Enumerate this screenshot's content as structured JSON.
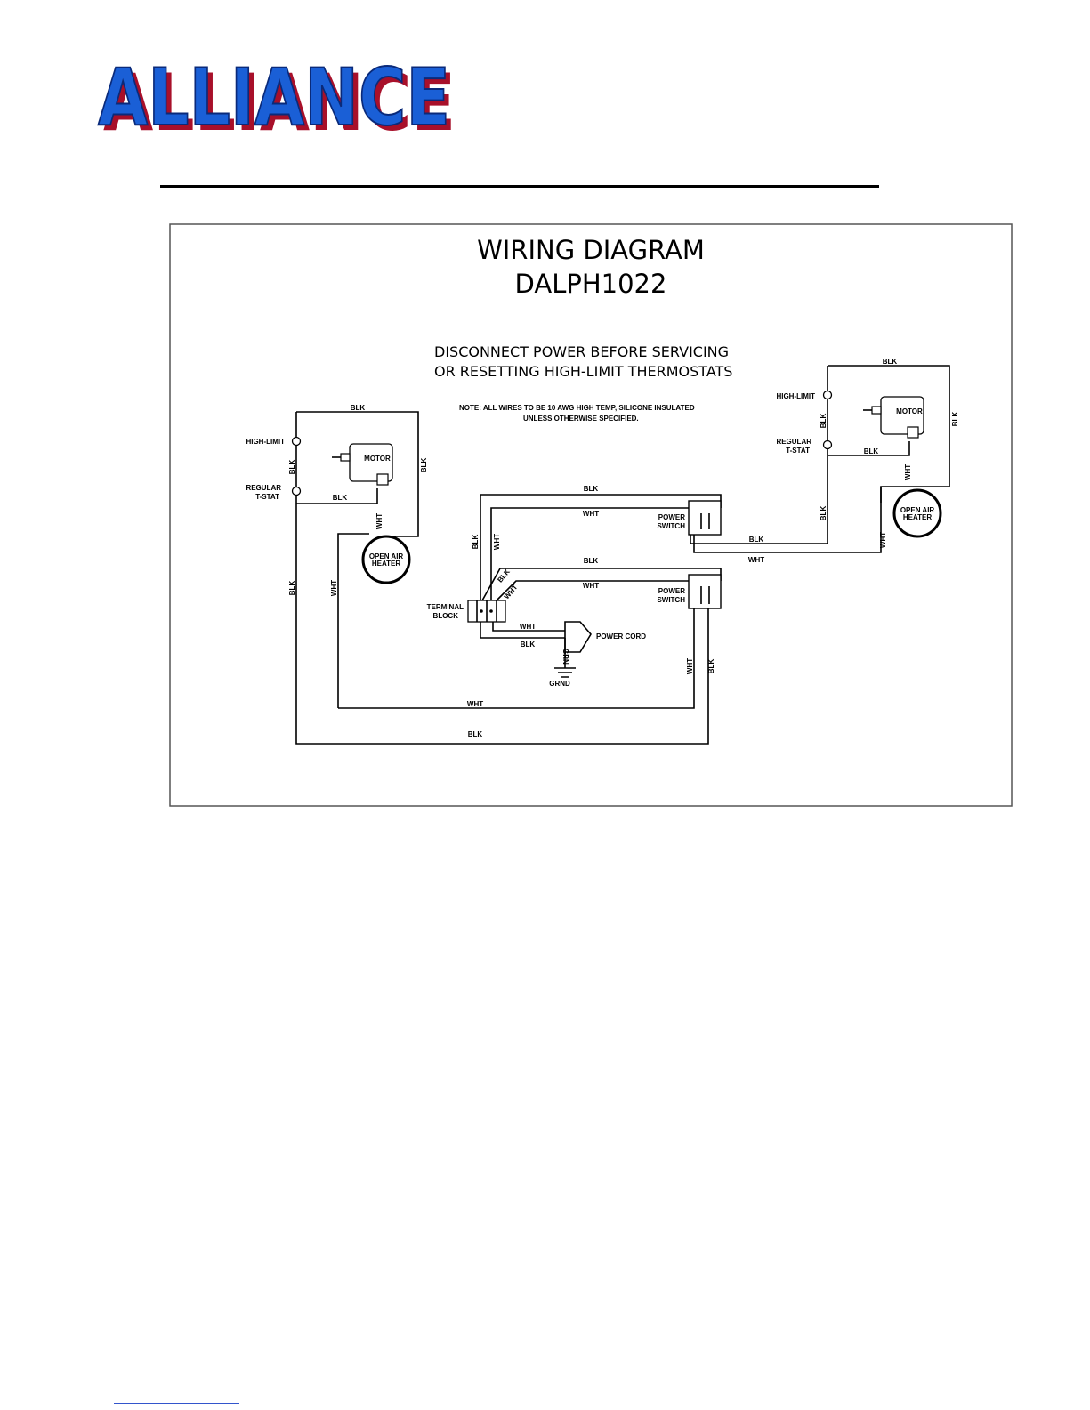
{
  "brand": {
    "logo_text": "ALLIANCE",
    "logo_fill": "#1a5fd6",
    "logo_shadow": "#a8102a"
  },
  "diagram": {
    "title": "WIRING DIAGRAM",
    "model": "DALPH1022",
    "warning_line1": "DISCONNECT POWER BEFORE SERVICING",
    "warning_line2": "OR RESETTING HIGH-LIMIT THERMOSTATS",
    "note_line1": "NOTE: ALL WIRES TO BE 10 AWG HIGH TEMP, SILICONE INSULATED",
    "note_line2": "UNLESS OTHERWISE SPECIFIED.",
    "components": {
      "high_limit": "HIGH-LIMIT",
      "regular_1": "REGULAR",
      "regular_2": "T-STAT",
      "motor": "MOTOR",
      "heater_1": "OPEN AIR",
      "heater_2": "HEATER",
      "power_switch_1": "POWER",
      "power_switch_2": "SWITCH",
      "terminal_1": "TERMINAL",
      "terminal_2": "BLOCK",
      "power_cord": "POWER CORD",
      "ground": "GRND",
      "green": "GRN"
    },
    "wire": {
      "black": "BLK",
      "white": "WHT"
    }
  }
}
